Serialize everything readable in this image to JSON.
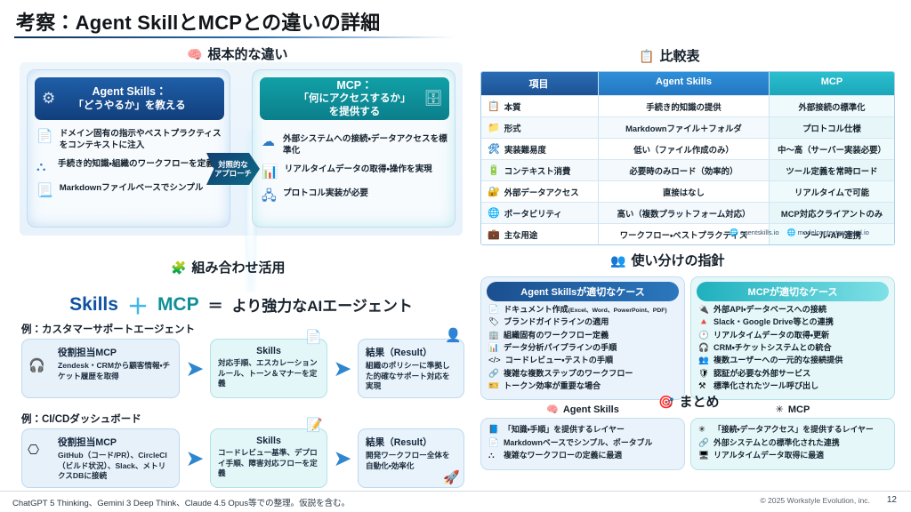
{
  "title": "考察：Agent SkillとMCPとの違いの詳細",
  "sections": {
    "fundamental": {
      "heading": "根本的な違い",
      "icon": "brain-icon"
    },
    "table": {
      "heading": "比較表",
      "icon": "list-icon"
    },
    "combination": {
      "heading": "組み合わせ活用",
      "icon": "puzzle-icon"
    },
    "guidance": {
      "heading": "使い分けの指針",
      "icon": "people-icon"
    },
    "summary": {
      "heading": "まとめ",
      "icon": "target-icon"
    }
  },
  "fundamental": {
    "contrast_badge_line1": "対照的な",
    "contrast_badge_line2": "アプローチ",
    "skills": {
      "icon": "brain-gear-icon",
      "title": "Agent Skills：",
      "subtitle": "「どうやるか」を教える",
      "items": [
        {
          "icon": "document-icon",
          "text": "ドメイン固有の指示やベストプラクティスをコンテキストに注入"
        },
        {
          "icon": "workflow-icon",
          "text": "手続き的知識・組織のワークフローを定義"
        },
        {
          "icon": "file-icon",
          "text": "Markdownファイルベースでシンプル"
        }
      ]
    },
    "mcp": {
      "icon": "network-database-icon",
      "title": "MCP：",
      "subtitle": "「何にアクセスするか」",
      "subtitle2": "を提供する",
      "items": [
        {
          "icon": "cloud-connect-icon",
          "text": "外部システムへの接続・データアクセスを標準化"
        },
        {
          "icon": "chart-icon",
          "text": "リアルタイムデータの取得・操作を実現"
        },
        {
          "icon": "server-icon",
          "text": "プロトコル実装が必要"
        }
      ]
    }
  },
  "table": {
    "headers": [
      "項目",
      "Agent Skills",
      "MCP"
    ],
    "rows": [
      {
        "icon": "clipboard-icon",
        "item": "本質",
        "skills": "手続き的知識の提供",
        "mcp": "外部接続の標準化"
      },
      {
        "icon": "folder-icon",
        "item": "形式",
        "skills": "Markdownファイル＋フォルダ",
        "mcp": "プロトコル仕様"
      },
      {
        "icon": "tools-icon",
        "item": "実装難易度",
        "skills": "低い（ファイル作成のみ）",
        "mcp": "中〜高（サーバー実装必要）"
      },
      {
        "icon": "battery-icon",
        "item": "コンテキスト消費",
        "skills": "必要時のみロード（効率的）",
        "mcp": "ツール定義を常時ロード"
      },
      {
        "icon": "lock-icon",
        "item": "外部データアクセス",
        "skills": "直接はなし",
        "mcp": "リアルタイムで可能"
      },
      {
        "icon": "globe-icon",
        "item": "ポータビリティ",
        "skills": "高い（複数プラットフォーム対応）",
        "mcp": "MCP対応クライアントのみ"
      },
      {
        "icon": "briefcase-icon",
        "item": "主な用途",
        "skills": "ワークフロー・ベストプラクティス",
        "mcp": "ツール・API連携"
      }
    ],
    "sources": [
      "agentskills.io",
      "modelcontextprotocol.io"
    ]
  },
  "combination": {
    "skills_label": "Skills",
    "plus": "＋",
    "mcp_label": "MCP",
    "equals": "＝",
    "result": "より強力なAIエージェント",
    "examples": [
      {
        "label": "例：カスタマーサポートエージェント",
        "step1": {
          "icon": "headset-db-icon",
          "title": "役割担当MCP",
          "body": "Zendesk・CRMから顧客情報・チケット履歴を取得"
        },
        "step2": {
          "icon": "document-icon",
          "title": "Skills",
          "body": "対応手順、エスカレーションルール、トーン＆マナーを定義"
        },
        "step3": {
          "icon": "user-check-icon",
          "title": "結果（Result）",
          "body": "組織のポリシーに準拠した的確なサポート対応を実現"
        }
      },
      {
        "label": "例：CI/CDダッシュボード",
        "step1": {
          "icon": "github-slack-icon",
          "title": "役割担当MCP",
          "body": "GitHub（コード/PR）、CircleCI（ビルド状況）、Slack、メトリクスDBに接続"
        },
        "step2": {
          "icon": "note-pen-icon",
          "title": "Skills",
          "body": "コードレビュー基準、デプロイ手順、障害対応フローを定義"
        },
        "step3": {
          "icon": "rocket-icon",
          "title": "結果（Result）",
          "body": "開発ワークフロー全体を自動化・効率化"
        }
      }
    ]
  },
  "guidance": {
    "skills": {
      "header": "Agent Skillsが適切なケース",
      "items": [
        {
          "icon": "file-icon",
          "text": "ドキュメント作成",
          "note": "(Excel、Word、PowerPoint、PDF)"
        },
        {
          "icon": "brand-icon",
          "text": "ブランドガイドラインの適用",
          "note": ""
        },
        {
          "icon": "org-icon",
          "text": "組織固有のワークフロー定義",
          "note": ""
        },
        {
          "icon": "chart-bar-icon",
          "text": "データ分析パイプラインの手順",
          "note": ""
        },
        {
          "icon": "code-icon",
          "text": "コードレビュー・テストの手順",
          "note": ""
        },
        {
          "icon": "link-icon",
          "text": "複雑な複数ステップのワークフロー",
          "note": ""
        },
        {
          "icon": "token-icon",
          "text": "トークン効率が重要な場合",
          "note": ""
        }
      ]
    },
    "mcp": {
      "header": "MCPが適切なケース",
      "items": [
        {
          "icon": "api-icon",
          "text": "外部API・データベースへの接続",
          "note": ""
        },
        {
          "icon": "drive-icon",
          "text": "Slack・Google Drive等との連携",
          "note": ""
        },
        {
          "icon": "clock-icon",
          "text": "リアルタイムデータの取得・更新",
          "note": ""
        },
        {
          "icon": "crm-icon",
          "text": "CRM・チケットシステムとの統合",
          "note": ""
        },
        {
          "icon": "users-icon",
          "text": "複数ユーザーへの一元的な接続提供",
          "note": ""
        },
        {
          "icon": "shield-icon",
          "text": "認証が必要な外部サービス",
          "note": ""
        },
        {
          "icon": "tool-call-icon",
          "text": "標準化されたツール呼び出し",
          "note": ""
        }
      ]
    }
  },
  "summary": {
    "skills": {
      "icon": "brain-icon",
      "header": "Agent Skills",
      "items": [
        {
          "icon": "book-icon",
          "text": "「知識・手順」を提供するレイヤー"
        },
        {
          "icon": "file-icon",
          "text": "Markdownベースでシンプル、ポータブル"
        },
        {
          "icon": "workflow-icon",
          "text": "複雑なワークフローの定義に最適"
        }
      ]
    },
    "mcp": {
      "icon": "sparkle-icon",
      "header": "MCP",
      "items": [
        {
          "icon": "sparkle-icon",
          "text": "「接続・データアクセス」を提供するレイヤー"
        },
        {
          "icon": "link-icon",
          "text": "外部システムとの標準化された連携"
        },
        {
          "icon": "server-icon",
          "text": "リアルタイムデータ取得に最適"
        }
      ]
    }
  },
  "footer": {
    "left": "ChatGPT 5 Thinking、Gemini 3 Deep Think、Claude 4.5 Opus等での整理。仮説を含む。",
    "right": "© 2025 Workstyle Evolution, inc.",
    "page": "12"
  }
}
